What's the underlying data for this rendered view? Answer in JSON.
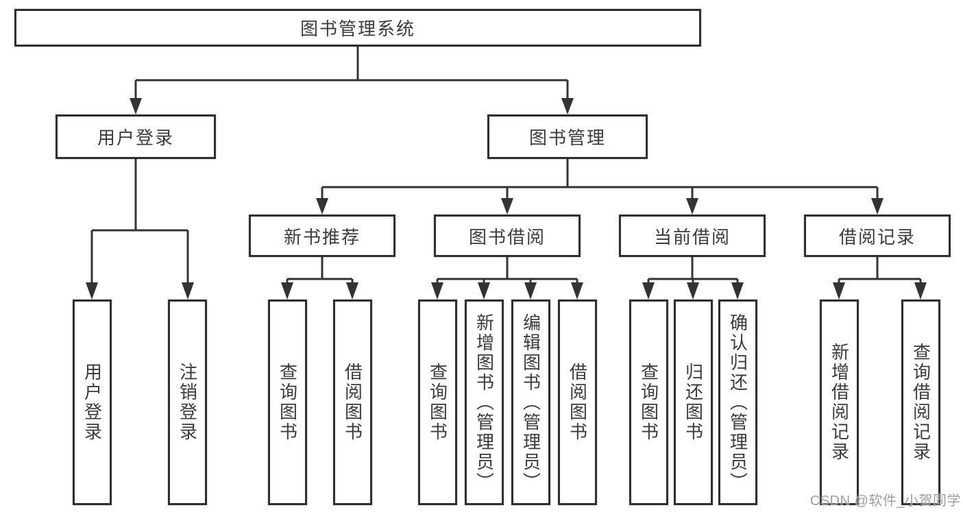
{
  "nodes": {
    "root": "图书管理系统",
    "level2": [
      "用户登录",
      "图书管理"
    ],
    "level3": [
      "新书推荐",
      "图书借阅",
      "当前借阅",
      "借阅记录"
    ],
    "leaves_user": [
      "用户登录",
      "注销登录"
    ],
    "leaves_new_book": [
      "查询图书",
      "借阅图书"
    ],
    "leaves_borrow": [
      "查询图书",
      "新增图书（管理员）",
      "编辑图书（管理员）",
      "借阅图书"
    ],
    "leaves_current": [
      "查询图书",
      "归还图书",
      "确认归还（管理员）"
    ],
    "leaves_record": [
      "新增借阅记录",
      "查询借阅记录"
    ]
  },
  "watermark": "CSDN @软件_小贺同学",
  "colors": {
    "line": "#333333",
    "box_border": "#2f2f2f",
    "text": "#3b3b3b",
    "watermark": "#969698",
    "background": "#ffffff"
  }
}
